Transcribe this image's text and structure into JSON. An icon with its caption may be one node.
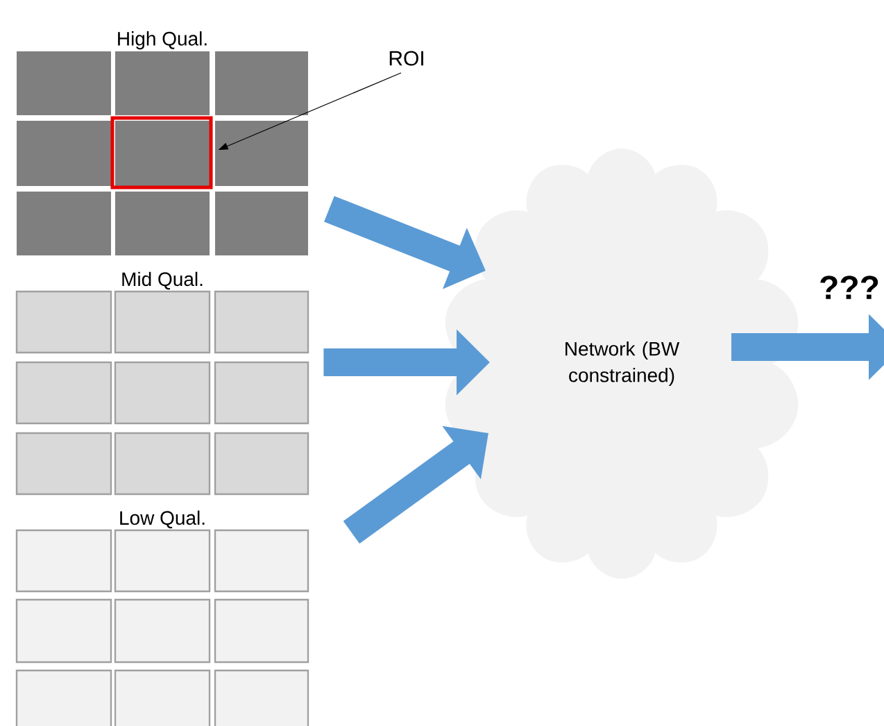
{
  "diagram": {
    "nodes": [
      {
        "text": [
          "High Qual."
        ]
      },
      {
        "text": [],
        "shape": "box",
        "in": 0
      },
      {
        "text": [
          "Mid Qual."
        ]
      },
      {
        "text": [
          "Low Qual."
        ]
      },
      {
        "text": [
          "Network (BW constrained)"
        ]
      },
      {
        "text": [
          "ROI"
        ]
      }
    ],
    "edges": [
      {
        "from": 0,
        "to": 4,
        "arrow": "to"
      },
      {
        "from": 2,
        "to": 4,
        "arrow": "to"
      },
      {
        "from": 3,
        "to": 4,
        "arrow": "to"
      },
      {
        "from": 4,
        "to": null,
        "arrow": "to",
        "label": "???"
      },
      {
        "from": 5,
        "to": 1,
        "arrow": "to",
        "color": "#000000"
      }
    ]
  }
}
